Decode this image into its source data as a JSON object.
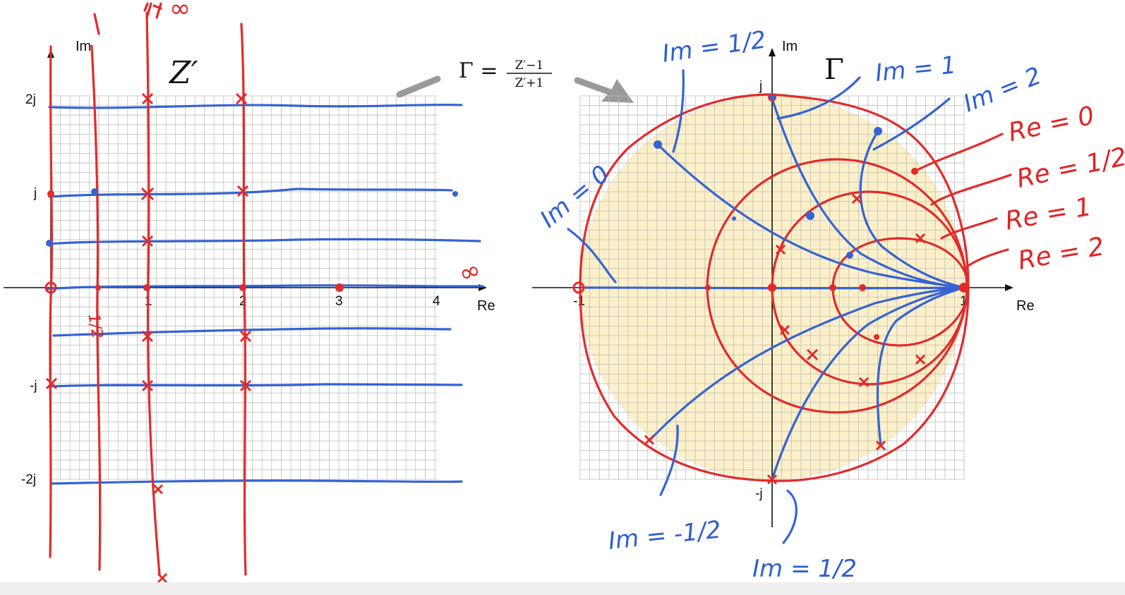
{
  "left_plane": {
    "title": "Z′",
    "axis_im": "Im",
    "axis_re": "Re",
    "y_ticks": [
      "2j",
      "j",
      "-j",
      "-2j"
    ],
    "x_ticks": [
      "1",
      "2",
      "3",
      "4"
    ],
    "annotations": {
      "infinity_top": "∞",
      "infinity_right": "∞",
      "half_fraction": "1/2"
    }
  },
  "formula": {
    "lhs": "Γ =",
    "numerator": "Z′−1",
    "denominator": "Z′+1"
  },
  "right_plane": {
    "title": "Γ",
    "axis_im": "Im",
    "axis_re": "Re",
    "labels": {
      "j": "j",
      "neg_j": "-j",
      "neg_one": "-1",
      "one": "1"
    }
  },
  "handwritten_labels": {
    "im_half_top": "Im = 1/2",
    "im_one": "Im = 1",
    "im_two": "Im = 2",
    "im_zero": "Im = 0",
    "im_neg_half": "Im = -1/2",
    "im_half_bottom": "Im = 1/2",
    "re_zero": "Re = 0",
    "re_half": "Re = 1/2",
    "re_one": "Re = 1",
    "re_two": "Re = 2"
  },
  "colors": {
    "blue_ink": "#3563d4",
    "red_ink": "#e22a2a",
    "disk_fill": "#fdf0c8",
    "grid": "#bdbdbd"
  }
}
